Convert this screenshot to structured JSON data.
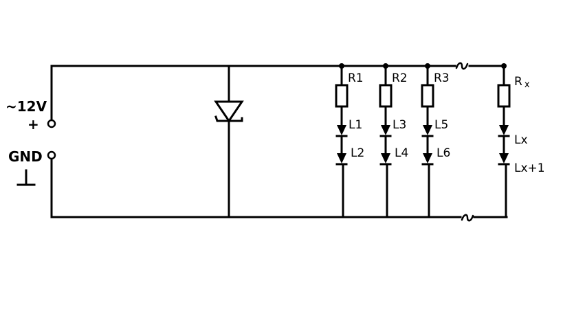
{
  "supply": {
    "voltage_label": "~12V",
    "plus_label": "+",
    "gnd_label": "GND",
    "ground_symbol": "⊥"
  },
  "branches": [
    {
      "resistor": "R1",
      "leds": [
        "L1",
        "L2"
      ]
    },
    {
      "resistor": "R2",
      "leds": [
        "L3",
        "L4"
      ]
    },
    {
      "resistor": "R3",
      "leds": [
        "L5",
        "L6"
      ]
    }
  ],
  "last_branch": {
    "resistor_prefix": "R",
    "resistor_sub": "x",
    "led_a_prefix": "L",
    "led_a_sub": "x",
    "led_b_prefix": "L",
    "led_b_sub": "x+1"
  },
  "colors": {
    "ink": "#000000",
    "background": "#ffffff"
  }
}
